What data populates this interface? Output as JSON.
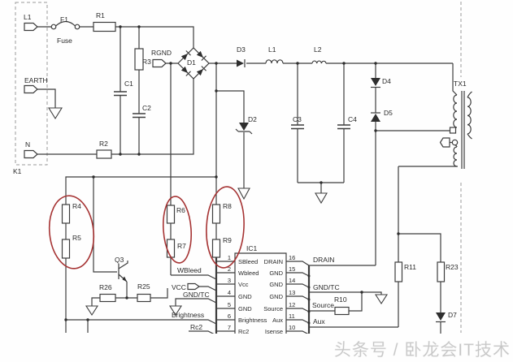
{
  "connector_block": {
    "k1": "K1",
    "l1": "L1",
    "earth": "EARTH",
    "n": "N"
  },
  "input_stage": {
    "f1": "F1",
    "fuse": "Fuse",
    "r1": "R1",
    "r2": "R2",
    "r3": "R3",
    "rgnd": "RGND",
    "c1": "C1",
    "c2": "C2",
    "d1": "D1"
  },
  "rail": {
    "d3": "D3",
    "l1": "L1",
    "l2": "L2",
    "d2": "D2",
    "c3": "C3",
    "c4": "C4",
    "d4": "D4",
    "d5": "D5",
    "tx1": "TX1"
  },
  "bleed": {
    "r4": "R4",
    "r5": "R5",
    "r6": "R6",
    "r7": "R7",
    "r8": "R8",
    "r9": "R9"
  },
  "bias": {
    "q3": "Q3",
    "r25": "R25",
    "r26": "R26",
    "vcc": "VCC",
    "wbleed": "WBleed",
    "gnd_tc": "GND/TC",
    "brightness": "Brightness",
    "rc2": "Rc2"
  },
  "ic": {
    "ref": "IC1",
    "left_pins": [
      {
        "num": "1",
        "name": "SBleed"
      },
      {
        "num": "2",
        "name": "Wbleed"
      },
      {
        "num": "3",
        "name": "Vcc"
      },
      {
        "num": "4",
        "name": "GND"
      },
      {
        "num": "5",
        "name": "GND"
      },
      {
        "num": "6",
        "name": "Brightness"
      },
      {
        "num": "7",
        "name": "Rc2"
      }
    ],
    "right_pins": [
      {
        "num": "16",
        "name": "DRAIN"
      },
      {
        "num": "15",
        "name": "GND"
      },
      {
        "num": "14",
        "name": "GND"
      },
      {
        "num": "13",
        "name": "GND"
      },
      {
        "num": "12",
        "name": "Source"
      },
      {
        "num": "11",
        "name": "Aux"
      },
      {
        "num": "10",
        "name": "Isense"
      }
    ]
  },
  "output": {
    "drain": "DRAIN",
    "gnd_tc": "GND/TC",
    "source": "Source",
    "aux": "Aux",
    "r10": "R10",
    "r11": "R11",
    "r23": "R23",
    "d7": "D7"
  },
  "watermark": "头条号 / 卧龙会IT技术",
  "colors": {
    "line": "#3d3d3d",
    "text": "#2a2a2a",
    "highlight": "#a63434",
    "watermark": "#c3c3c3"
  }
}
